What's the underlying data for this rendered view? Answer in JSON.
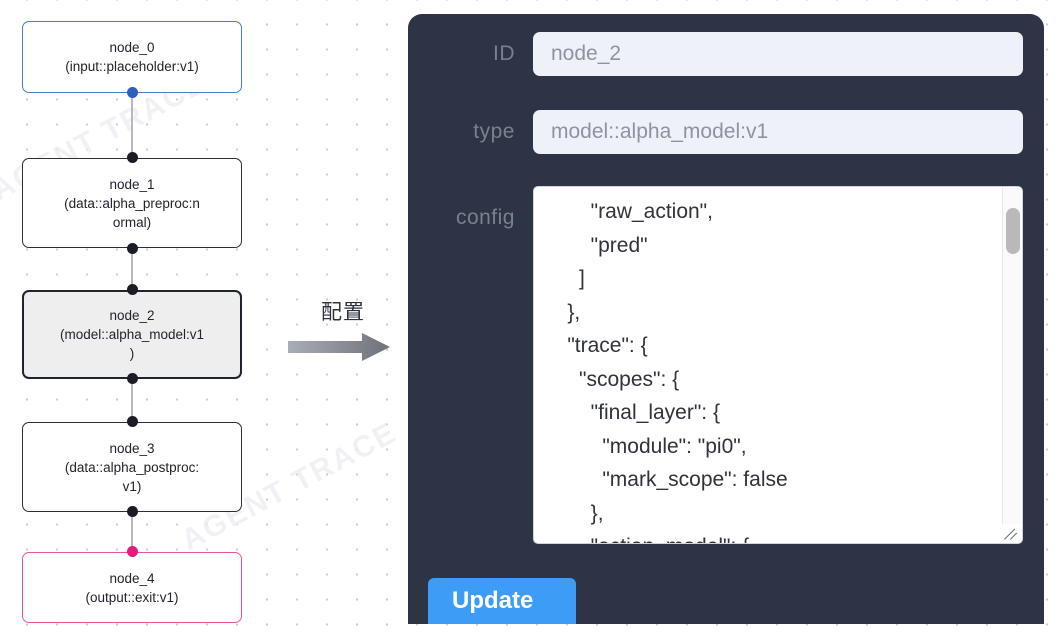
{
  "canvas": {
    "background_color": "#ffffff",
    "dot_color": "#c9ccd4",
    "watermark_text": "AGENT TRACE"
  },
  "graph": {
    "nodes": [
      {
        "id": "node_0",
        "title": "node_0",
        "subtitle": "(input::placeholder:v1)",
        "role": "input",
        "border_color": "#4b7ccd",
        "fill_color": "#ffffff",
        "selected": false
      },
      {
        "id": "node_1",
        "title": "node_1",
        "subtitle_line1": "(data::alpha_preproc:n",
        "subtitle_line2": "ormal)",
        "role": "data",
        "border_color": "#2b2f3a",
        "fill_color": "#ffffff",
        "selected": false
      },
      {
        "id": "node_2",
        "title": "node_2",
        "subtitle_line1": "(model::alpha_model:v1",
        "subtitle_line2": ")",
        "role": "model",
        "border_color": "#20242e",
        "fill_color": "#eeeeee",
        "selected": true
      },
      {
        "id": "node_3",
        "title": "node_3",
        "subtitle_line1": "(data::alpha_postproc:",
        "subtitle_line2": "v1)",
        "role": "data",
        "border_color": "#2b2f3a",
        "fill_color": "#ffffff",
        "selected": false
      },
      {
        "id": "node_4",
        "title": "node_4",
        "subtitle": "(output::exit:v1)",
        "role": "output",
        "border_color": "#e8559d",
        "fill_color": "#ffffff",
        "selected": false
      }
    ],
    "handle_color": "#1a1d26",
    "handle_color_input": "#2d5fc4",
    "handle_color_output": "#e8197f",
    "edge_color": "#b5b8be"
  },
  "transfer": {
    "label": "配置",
    "arrow_icon": "right-arrow-icon",
    "arrow_color": "#7b7f88"
  },
  "panel": {
    "background_color": "#2c3446",
    "label_color": "#79808e",
    "rows": {
      "id": {
        "label": "ID",
        "value": "node_2",
        "placeholder": "node_2"
      },
      "type": {
        "label": "type",
        "value": "model::alpha_model:v1",
        "placeholder": "model::alpha_model:v1"
      },
      "config": {
        "label": "config",
        "value": "        \"raw_action\",\n        \"pred\"\n      ]\n    },\n    \"trace\": {\n      \"scopes\": {\n        \"final_layer\": {\n          \"module\": \"pi0\",\n          \"mark_scope\": false\n        },\n        \"action_model\": {",
        "scrollbar": {
          "visible": true,
          "thumb_position": "top"
        },
        "resize_handle": "resize-grip-icon"
      }
    },
    "update_button": {
      "label": "Update",
      "color": "#3d9cf5",
      "text_color": "#ffffff"
    }
  }
}
